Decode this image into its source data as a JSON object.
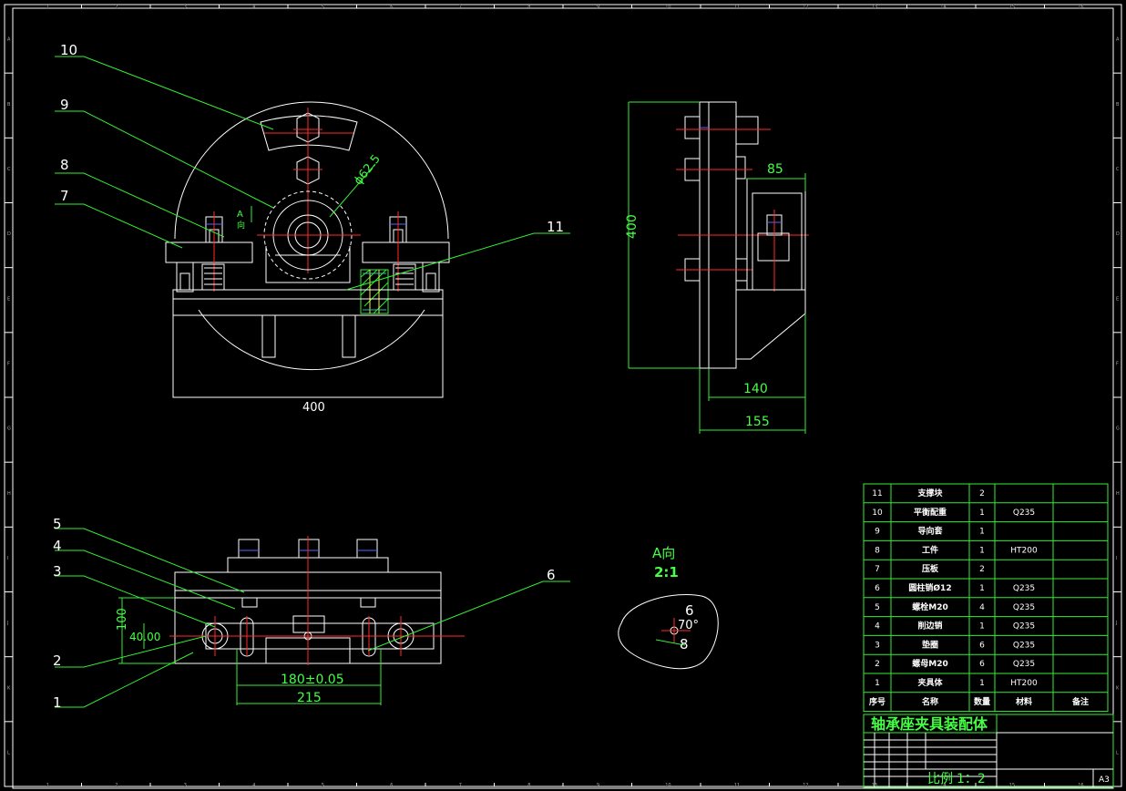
{
  "views": {
    "front": {
      "dim_width": "400",
      "dim_bore": "ϕ62.5",
      "a_arrow": "A",
      "a_arrow_char": "向"
    },
    "side": {
      "dim_85": "85",
      "dim_400": "400",
      "dim_140": "140",
      "dim_155": "155"
    },
    "top": {
      "dim_100": "100",
      "dim_40": "40.00",
      "dim_180": "180±0.05",
      "dim_215": "215"
    },
    "detail": {
      "title": "A向",
      "scale": "2:1",
      "num_6": "6",
      "num_8": "8",
      "angle": "70°"
    }
  },
  "balloons": [
    "1",
    "2",
    "3",
    "4",
    "5",
    "6",
    "7",
    "8",
    "9",
    "10",
    "11"
  ],
  "bom": {
    "rows": [
      {
        "no": "11",
        "name": "支撑块",
        "qty": "2",
        "material": "",
        "note": ""
      },
      {
        "no": "10",
        "name": "平衡配重",
        "qty": "1",
        "material": "Q235",
        "note": ""
      },
      {
        "no": "9",
        "name": "导向套",
        "qty": "1",
        "material": "",
        "note": ""
      },
      {
        "no": "8",
        "name": "工件",
        "qty": "1",
        "material": "HT200",
        "note": ""
      },
      {
        "no": "7",
        "name": "压板",
        "qty": "2",
        "material": "",
        "note": ""
      },
      {
        "no": "6",
        "name": "圆柱销Ø12",
        "qty": "1",
        "material": "Q235",
        "note": ""
      },
      {
        "no": "5",
        "name": "螺栓M20",
        "qty": "4",
        "material": "Q235",
        "note": ""
      },
      {
        "no": "4",
        "name": "削边销",
        "qty": "1",
        "material": "Q235",
        "note": ""
      },
      {
        "no": "3",
        "name": "垫圈",
        "qty": "6",
        "material": "Q235",
        "note": ""
      },
      {
        "no": "2",
        "name": "螺母M20",
        "qty": "6",
        "material": "Q235",
        "note": ""
      },
      {
        "no": "1",
        "name": "夹具体",
        "qty": "1",
        "material": "HT200",
        "note": ""
      }
    ],
    "header": {
      "no": "序号",
      "name": "名称",
      "qty": "数量",
      "material": "材料",
      "note": "备注"
    }
  },
  "title_block": {
    "title": "轴承座夹具装配体",
    "scale_label": "比例",
    "scale_value": "1：2",
    "sheet": "A3"
  },
  "border_ticks": {
    "top": [
      "1",
      "2",
      "3",
      "4",
      "5",
      "6",
      "7",
      "8",
      "9",
      "10",
      "11",
      "12",
      "13",
      "14",
      "15",
      "16"
    ],
    "left": [
      "A",
      "B",
      "C",
      "D",
      "E",
      "F",
      "G",
      "H",
      "I",
      "J",
      "K",
      "L"
    ]
  }
}
